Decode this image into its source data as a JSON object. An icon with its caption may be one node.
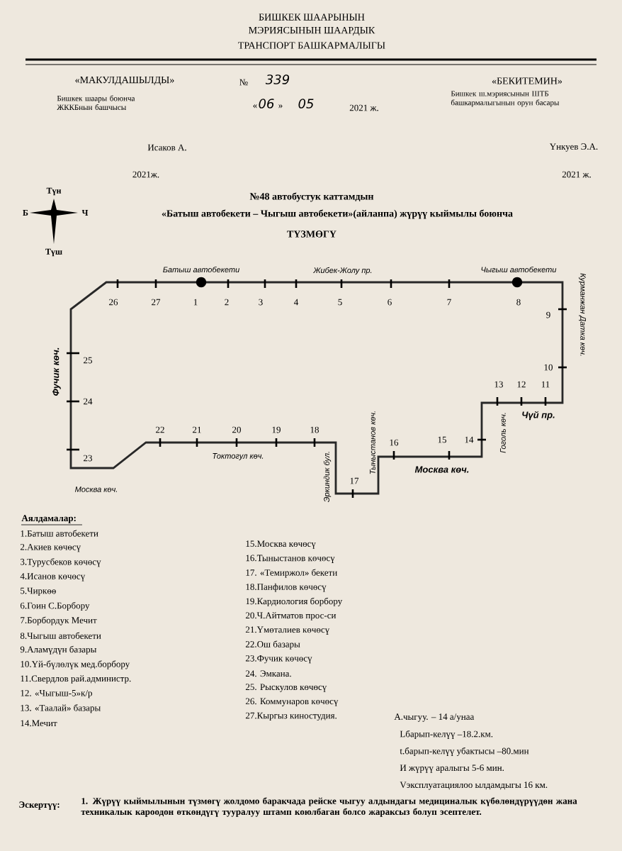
{
  "diagram": {
    "labels": [
      "БИШКЕК ШААРЫНЫН",
      "МЭРИЯСЫНЫН ШААРДЫК",
      "ТРАНСПОРТ БАШКАРМАЛЫГЫ",
      "«МАКУЛДАШЫЛДЫ»",
      "№",
      "339",
      "«БЕКИТЕМИН»",
      "Бишкек шаары боюнча ЖККБнын башчысы",
      "«",
      "06",
      "»",
      "05",
      "2021 ж.",
      "Бишкек ш.мэриясынын ШТБ башкармалыгынын орун басары",
      "Исаков А.",
      "Үнкуев Э.А.",
      "2021ж.",
      "2021 ж.",
      "Түн",
      "№48 автобустук каттамдын",
      "Б",
      "Ч",
      "«Батыш автобекети – Чыгыш автобекети»(айланпа) жүрүү кыймылы боюнча",
      "ТҮЗМӨГҮ",
      "Түш",
      "Батыш автобекети",
      "Жибек-Жолу пр.",
      "Чыгыш автобекети",
      "26",
      "27",
      "1",
      "2",
      "3",
      "4",
      "5",
      "6",
      "7",
      "8",
      "9",
      "Курманжан Датка көч.",
      "Фучик көч.",
      "25",
      "10",
      "24",
      "13",
      "12",
      "11",
      "Чүй пр.",
      "Тыныстанов көч.",
      "Гоголь көч.",
      "22",
      "21",
      "20",
      "19",
      "18",
      "16",
      "15",
      "14",
      "23",
      "Токтогул көч.",
      "Москва көч.",
      "17",
      "Эркиндик бул.",
      "Москва көч.",
      "Аялдамалар:",
      "1.Батыш автобекети",
      "2.Акиев көчөсү",
      "3.Турусбеков көчөсү",
      "4.Исанов көчөсү",
      "5.Чиркөө",
      "6.Гоин С.Борбору",
      "7.Борбордук Мечит",
      "8.Чыгыш автобекети",
      "9.Аламүдүн базары",
      "10.Үй-бүлөлүк мед.борбору",
      "11.Свердлов рай.администр.",
      "12. «Чыгыш-5»к/р",
      "13. «Таалай» базары",
      "14.Мечит",
      "15.Москва көчөсү",
      "16.Тыныстанов көчөсү",
      "17. «Темиржол» бекети",
      "18.Панфилов көчөсү",
      "19.Кардиология борбору",
      "20.Ч.Айтматов прос-си",
      "21.Үмөталиев көчөсү",
      "22.Ош базары",
      "23.Фучик көчөсү",
      "24. Эмкана.",
      "25. Рыскулов көчөсү",
      "26. Коммунаров көчөсү",
      "27.Кыргыз киностудия.",
      "А.чыгуу. – 14 а/унаа",
      "Lбарып-келүү –18.2.км.",
      "t.барып-келүү убактысы –80.мин",
      "И жүрүү аралыгы 5-6 мин.",
      "Vэксплуатациялоо ылдамдыгы 16 км.",
      "Эскертүү:",
      "1. Жүрүү кыймылынын түзмөгү жолдомо баракчада рейске чыгуу алдындагы медициналык күбөлөндүрүүдөн жана техникалык кароодон өткөндүгү тууралуу штамп коюлбаган болсо жараксыз болуп эсептелет."
    ]
  }
}
